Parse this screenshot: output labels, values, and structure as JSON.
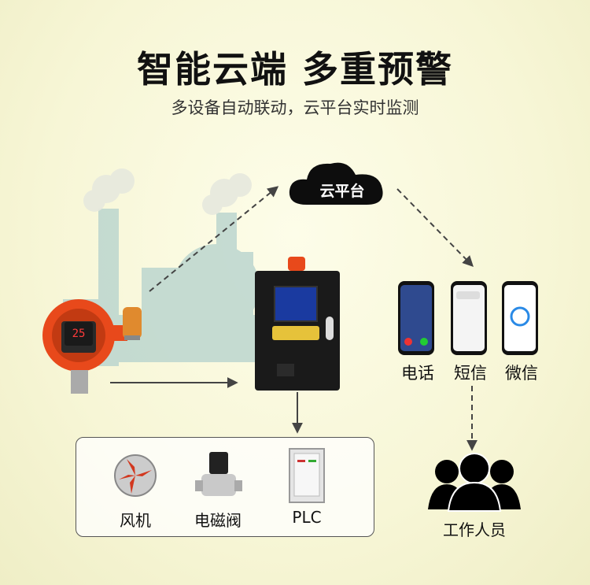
{
  "header": {
    "title": "智能云端 多重预警",
    "subtitle": "多设备自动联动，云平台实时监测"
  },
  "cloud": {
    "label": "云平台"
  },
  "detector": {
    "display": "25"
  },
  "alerts": [
    {
      "label": "电话"
    },
    {
      "label": "短信"
    },
    {
      "label": "微信"
    }
  ],
  "staff": {
    "label": "工作人员"
  },
  "devices": [
    {
      "label": "风机"
    },
    {
      "label": "电磁阀"
    },
    {
      "label": "PLC"
    }
  ],
  "colors": {
    "accent": "#e8491b",
    "controller": "#1a1a1a",
    "cloud": "#0d0d0d"
  }
}
